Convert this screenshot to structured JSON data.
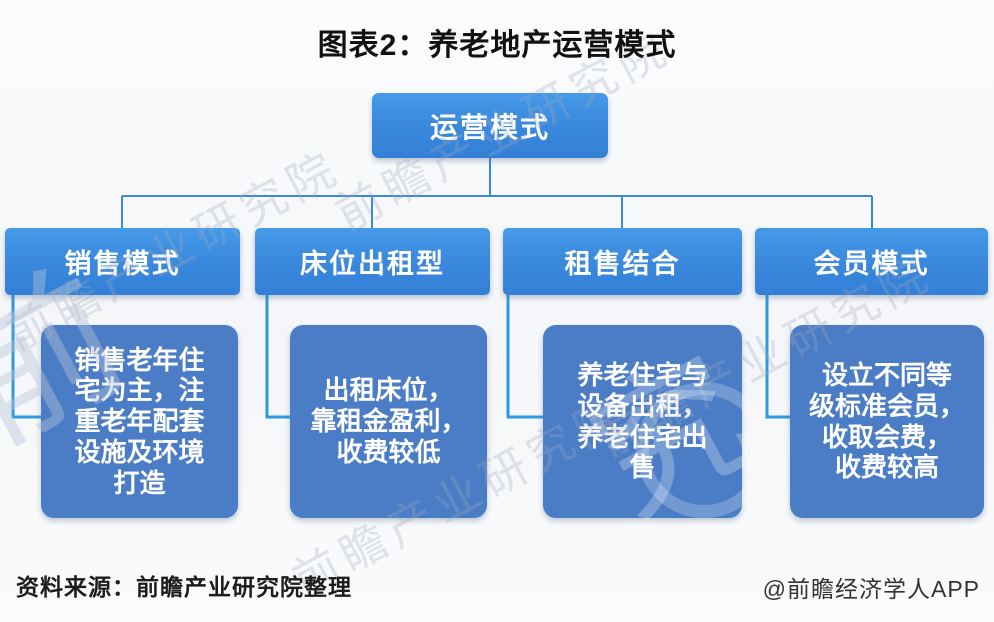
{
  "title": "图表2：养老地产运营模式",
  "colors": {
    "node_blue": "#3b8ade",
    "desc_blue": "#4b7dc6",
    "connector_tree": "#3a88d6",
    "connector_elbow": "#2d9ade",
    "background": "#f6f7fa",
    "title_color": "#111111"
  },
  "root": {
    "label": "运营模式"
  },
  "branches": [
    {
      "label": "销售模式",
      "desc": "销售老年住\n宅为主，注\n重老年配套\n设施及环境\n打造"
    },
    {
      "label": "床位出租型",
      "desc": "出租床位，\n靠租金盈利，\n收费较低"
    },
    {
      "label": "租售结合",
      "desc": "养老住宅与\n设备出租，\n养老住宅出\n售"
    },
    {
      "label": "会员模式",
      "desc": "设立不同等\n级标准会员，\n收取会费，\n收费较高"
    }
  ],
  "footer": {
    "source": "资料来源：前瞻产业研究院整理",
    "credit": "@前瞻经济学人APP"
  },
  "watermark": {
    "text": "前瞻产业研究院",
    "glyph_left": "前",
    "glyph_mid": "究"
  }
}
